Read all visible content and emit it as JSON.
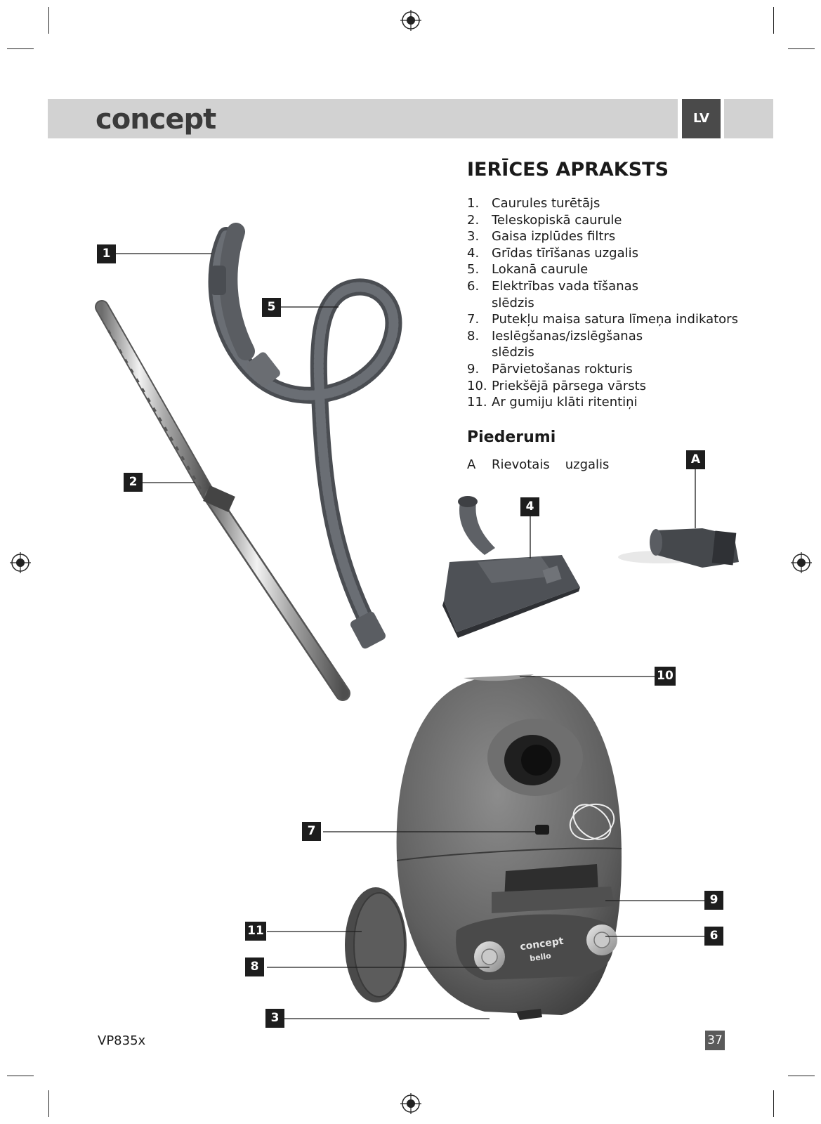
{
  "header": {
    "brand": "concept",
    "language": "LV"
  },
  "section": {
    "title": "IERĪCES APRAKSTS",
    "parts": [
      {
        "num": "1.",
        "label": "Caurules turētājs"
      },
      {
        "num": "2.",
        "label": "Teleskopiskā caurule"
      },
      {
        "num": "3.",
        "label": "Gaisa izplūdes filtrs"
      },
      {
        "num": "4.",
        "label": "Grīdas tīrīšanas uzgalis"
      },
      {
        "num": "5.",
        "label": "Lokanā caurule"
      },
      {
        "num": "6.",
        "label": "Elektrības vada tīšanas",
        "cont": "slēdzis"
      },
      {
        "num": "7.",
        "label": "Putekļu maisa satura līmeņa indikators"
      },
      {
        "num": "8.",
        "label": "Ieslēgšanas/izslēgšanas",
        "cont": "slēdzis"
      },
      {
        "num": "9.",
        "label": "Pārvietošanas rokturis"
      },
      {
        "num": "10.",
        "label": "Priekšējā pārsega vārsts"
      },
      {
        "num": "11.",
        "label": "Ar gumiju klāti ritentiņi"
      }
    ]
  },
  "accessories": {
    "title": "Piederumi",
    "letter": "A",
    "word1": "Rievotais",
    "word2": "uzgalis"
  },
  "callouts": {
    "c1": "1",
    "c2": "2",
    "c3": "3",
    "c4": "4",
    "c5": "5",
    "c6": "6",
    "c7": "7",
    "c8": "8",
    "c9": "9",
    "c10": "10",
    "c11": "11",
    "cA": "A"
  },
  "product_text": {
    "brand": "concept",
    "model": "bello"
  },
  "footer": {
    "model": "VP835x",
    "page": "37"
  }
}
